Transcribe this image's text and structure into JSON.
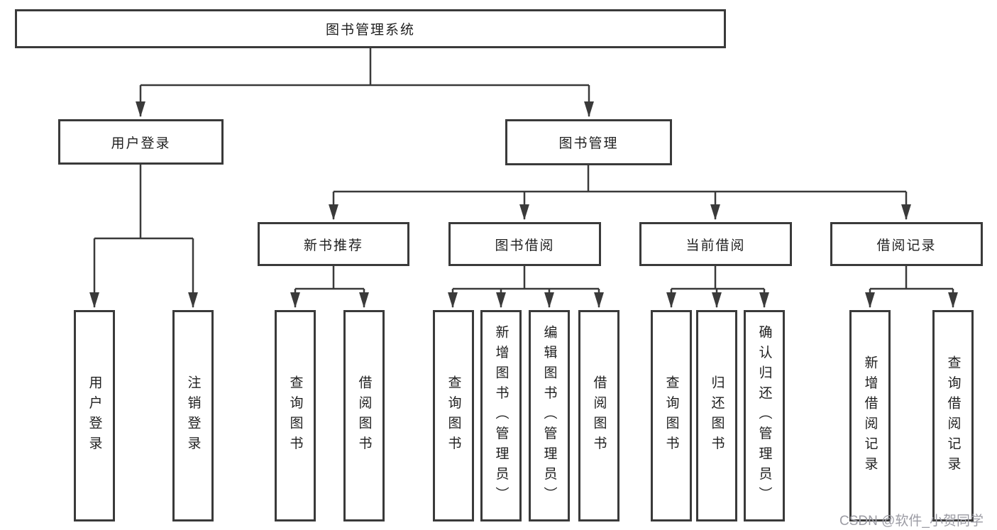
{
  "colors": {
    "line": "#3a3a3a",
    "box_border": "#3a3a3a",
    "text": "#1f1f1f",
    "watermark_text": "#9c9ca4",
    "background": "#ffffff"
  },
  "tree": {
    "root": {
      "label": "图书管理系统"
    },
    "branches": [
      {
        "label": "用户登录",
        "children": [
          {
            "label": "用户登录"
          },
          {
            "label": "注销登录"
          }
        ]
      },
      {
        "label": "图书管理",
        "children": [
          {
            "label": "新书推荐",
            "children": [
              {
                "label": "查询图书"
              },
              {
                "label": "借阅图书"
              }
            ]
          },
          {
            "label": "图书借阅",
            "children": [
              {
                "label": "查询图书"
              },
              {
                "label": "新增图书（管理员）"
              },
              {
                "label": "编辑图书（管理员）"
              },
              {
                "label": "借阅图书"
              }
            ]
          },
          {
            "label": "当前借阅",
            "children": [
              {
                "label": "查询图书"
              },
              {
                "label": "归还图书"
              },
              {
                "label": "确认归还（管理员）"
              }
            ]
          },
          {
            "label": "借阅记录",
            "children": [
              {
                "label": "新增借阅记录"
              },
              {
                "label": "查询借阅记录"
              }
            ]
          }
        ]
      }
    ]
  },
  "watermark": {
    "text": "CSDN @软件_小贺同学"
  }
}
